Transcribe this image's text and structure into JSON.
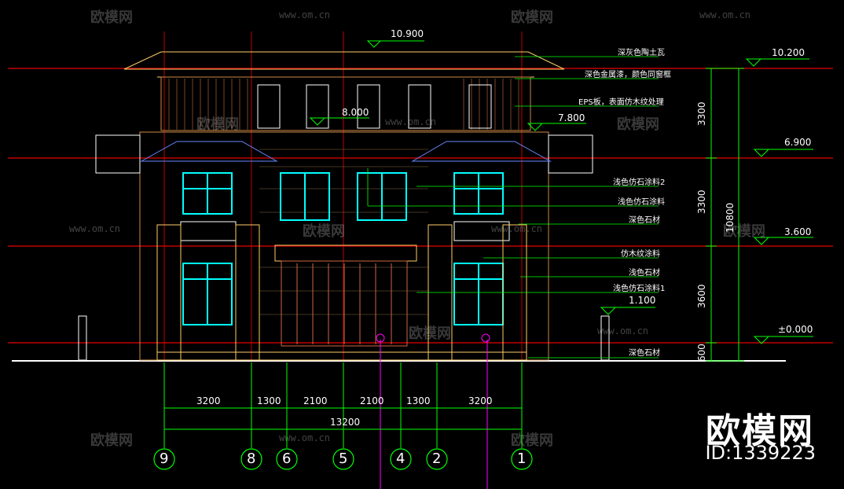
{
  "title_elevations": [
    {
      "id": "ridge",
      "text": "10.900"
    },
    {
      "id": "eave",
      "text": "10.200"
    },
    {
      "id": "mid_roof",
      "text": "8.000"
    },
    {
      "id": "canopy",
      "text": "7.800"
    },
    {
      "id": "floor3",
      "text": "6.900"
    },
    {
      "id": "floor2",
      "text": "3.600"
    },
    {
      "id": "window",
      "text": "1.100"
    },
    {
      "id": "ground",
      "text": "±0.000"
    }
  ],
  "annotations": [
    "深灰色陶土瓦",
    "深色金属漆，颜色同窗框",
    "EPS板，表面仿木纹处理",
    "浅色仿石涂料2",
    "浅色仿石涂料",
    "深色石材",
    "仿木纹涂料",
    "浅色石材",
    "浅色仿石涂料1",
    "深色石材"
  ],
  "dimensions_horizontal": [
    "3200",
    "1300",
    "2100",
    "2100",
    "1300",
    "3200"
  ],
  "dimension_total": "13200",
  "dimensions_vertical": [
    "3300",
    "3300",
    "3600",
    "600"
  ],
  "dimension_vertical_total": "10800",
  "axis_labels": [
    "9",
    "8",
    "6",
    "5",
    "4",
    "2",
    "1"
  ],
  "watermark": {
    "brand": "欧模网",
    "url": "www.om.cn",
    "id": "ID:1339223"
  },
  "colors": {
    "background": "#000000",
    "red_line": "#ff0000",
    "green_line": "#00ff00",
    "yellow_line": "#ffff00",
    "cyan": "#00ffff",
    "magenta": "#ff00ff",
    "orange": "#ff8000"
  }
}
